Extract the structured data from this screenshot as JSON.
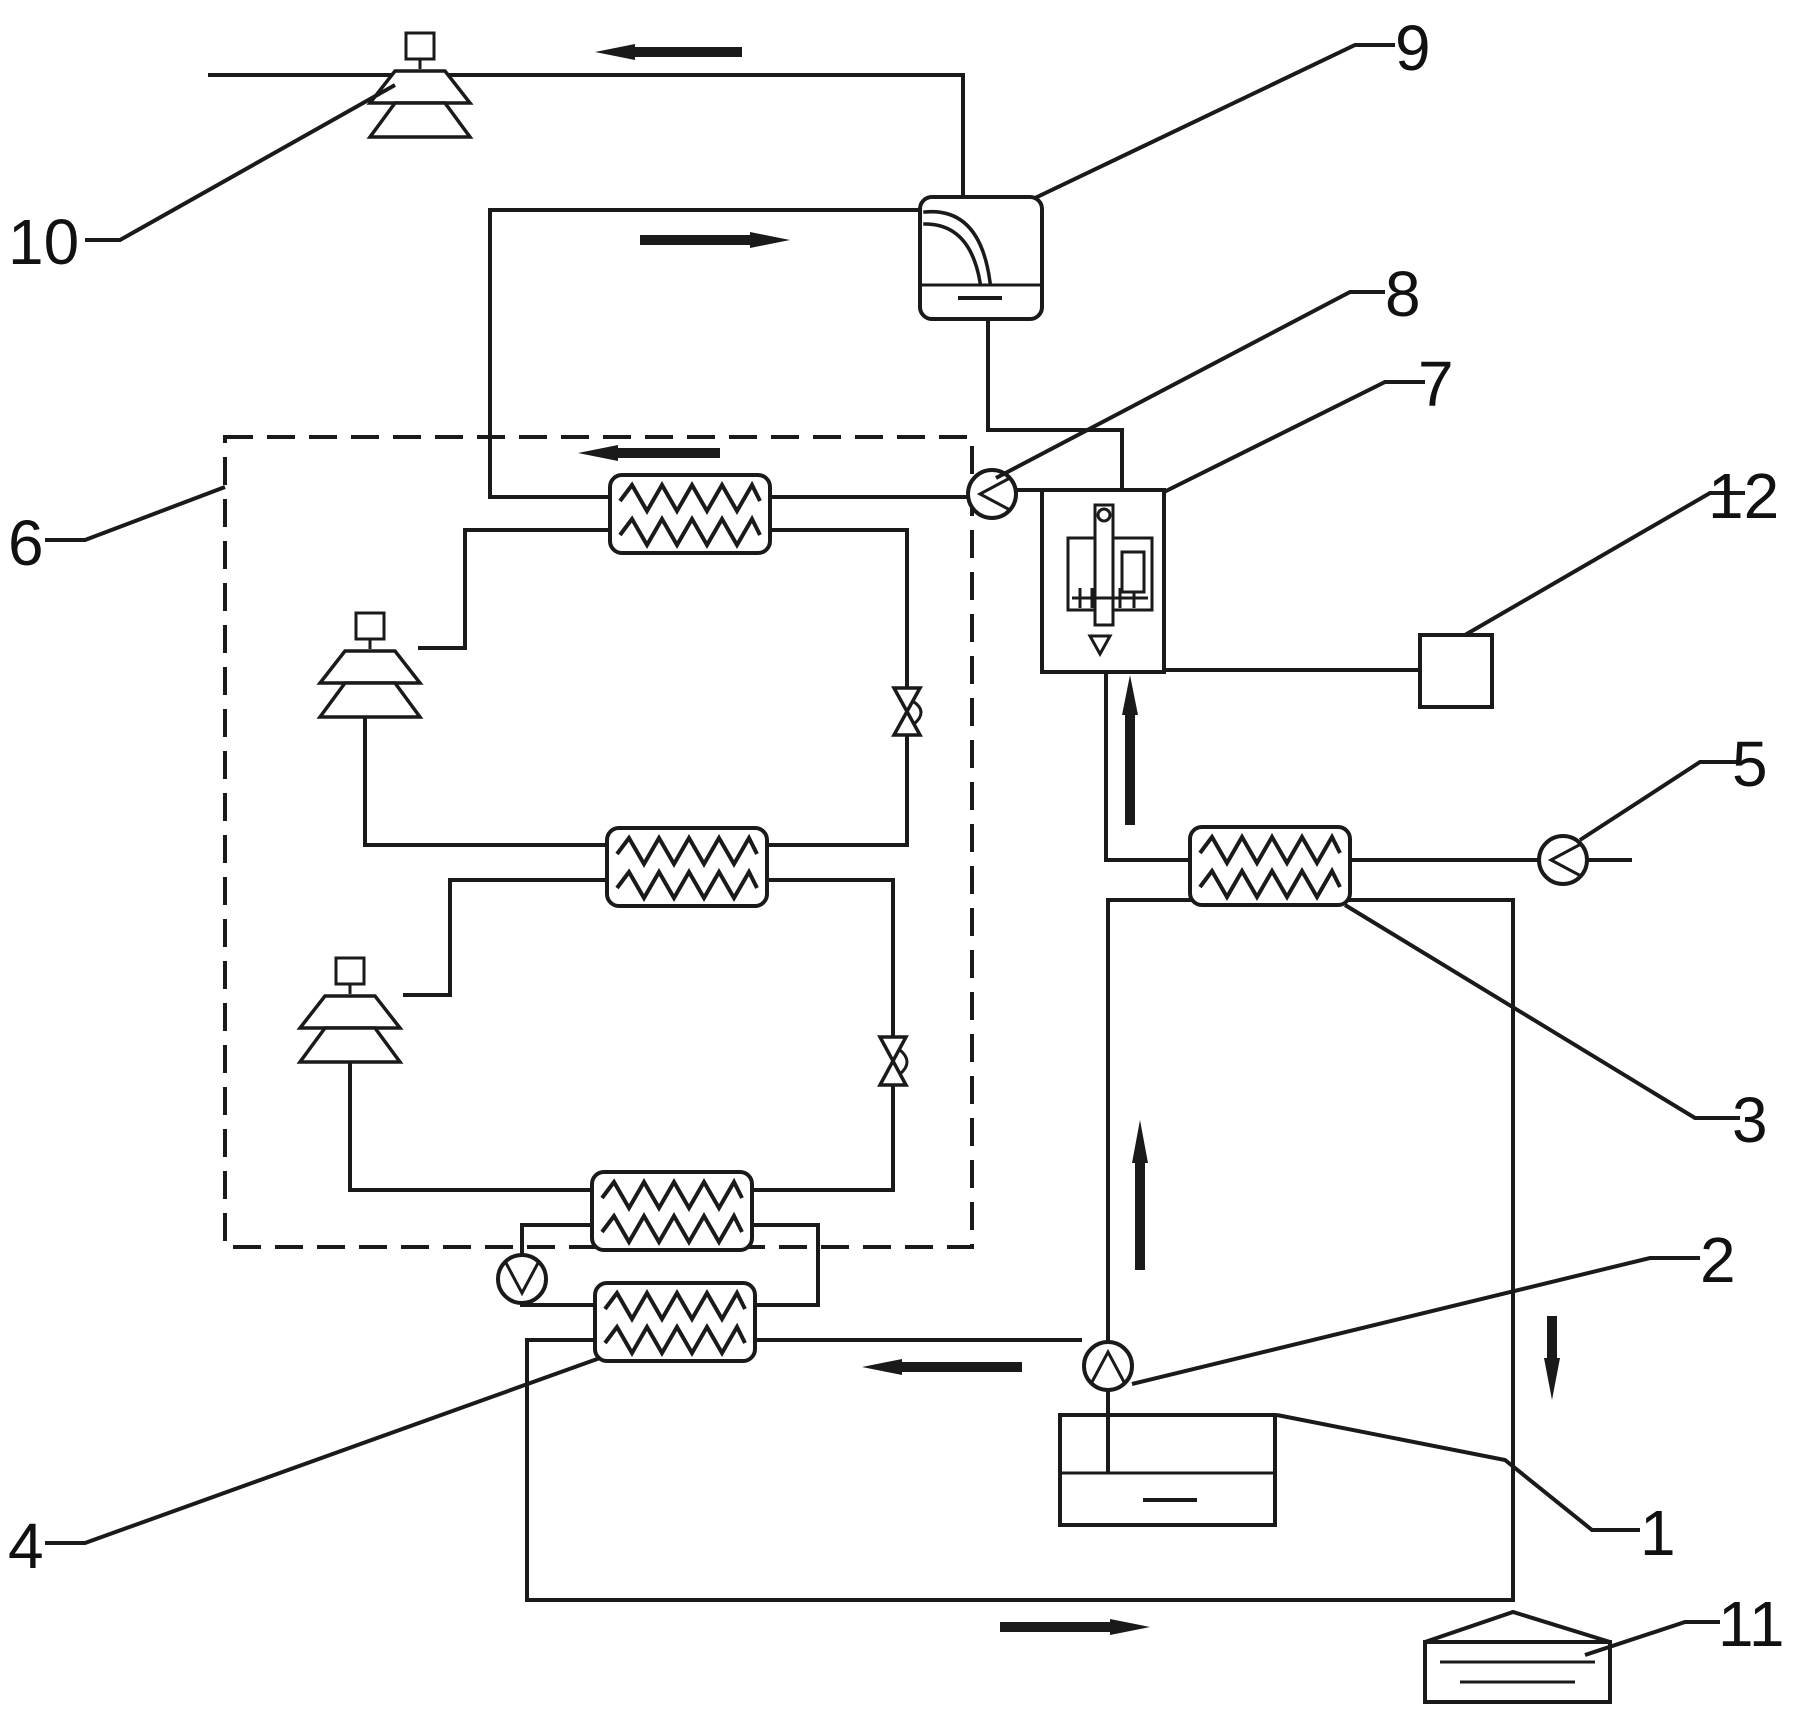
{
  "labels": {
    "n1": "1",
    "n2": "2",
    "n3": "3",
    "n4": "4",
    "n5": "5",
    "n6": "6",
    "n7": "7",
    "n8": "8",
    "n9": "9",
    "n10": "10",
    "n11": "11",
    "n12": "12"
  },
  "colors": {
    "line": "#1a1a1a",
    "background": "#ffffff"
  }
}
